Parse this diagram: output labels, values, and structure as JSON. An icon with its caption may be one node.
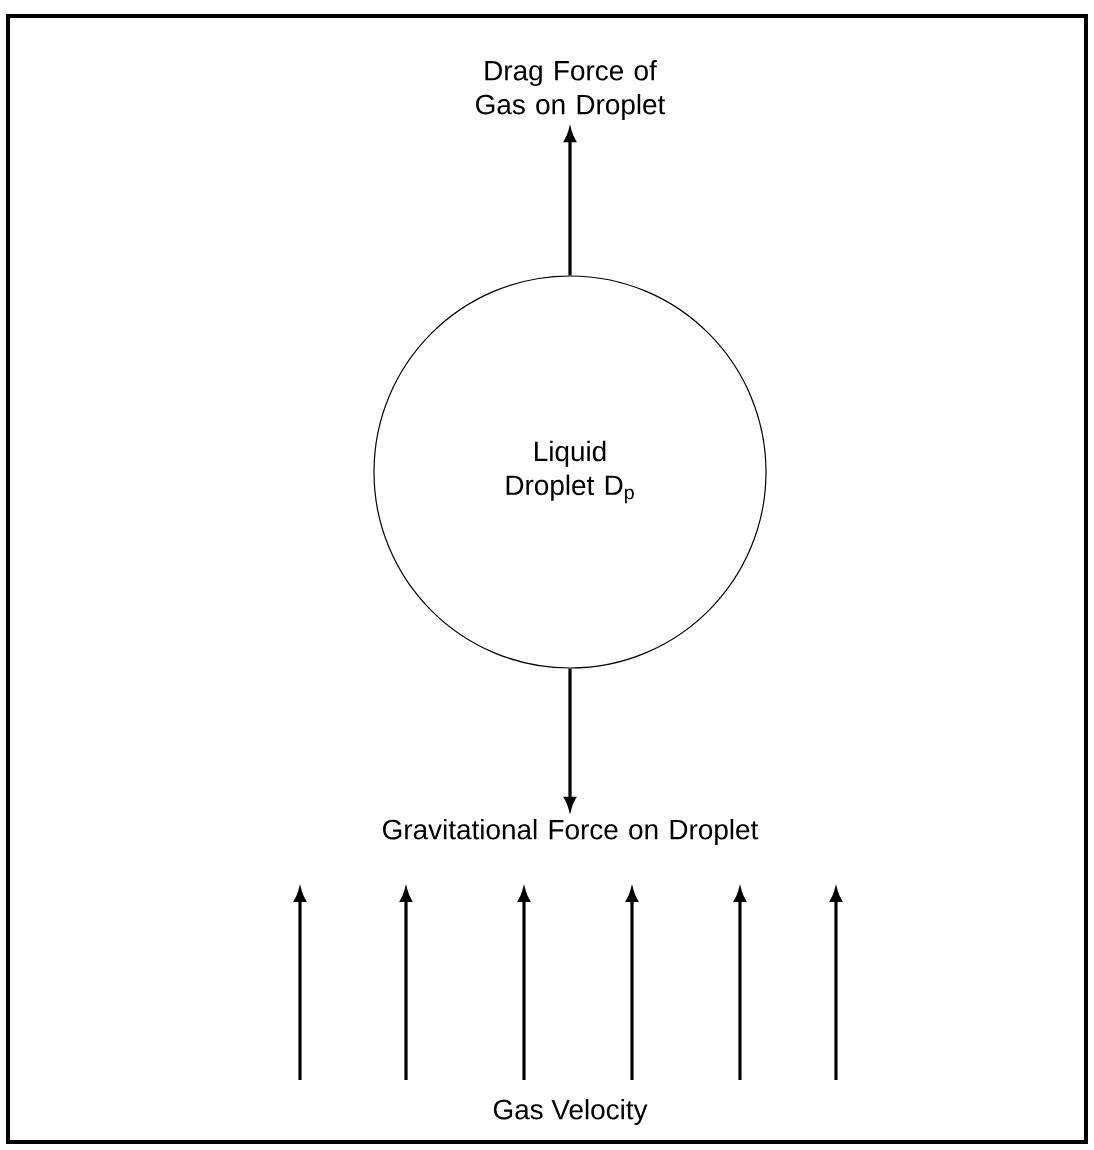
{
  "diagram": {
    "nodes": [
      {
        "text": [
          "Drag Force of Gas on Droplet"
        ]
      },
      {
        "text": [
          "Liquid Droplet D$_{p}$"
        ]
      },
      {
        "text": [
          "Gravitational Force on Droplet"
        ]
      }
    ],
    "edges": [
      {
        "from": 1,
        "to": 0,
        "arrow": "to"
      },
      {
        "from": 1,
        "to": 2,
        "arrow": "to"
      }
    ],
    "labels": [
      "Gas Velocity"
    ]
  }
}
